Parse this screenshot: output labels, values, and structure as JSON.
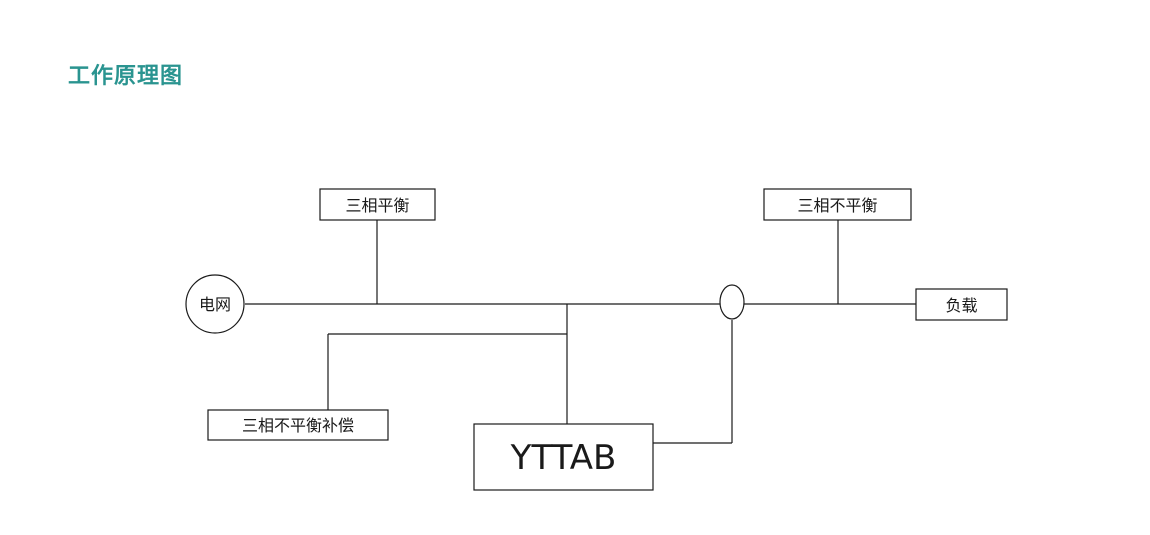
{
  "title": "工作原理图",
  "diagram": {
    "source": "电网",
    "balanced_box": "三相平衡",
    "unbalanced_box": "三相不平衡",
    "load": "负载",
    "compensation_box": "三相不平衡补偿",
    "device": "YTTAB"
  }
}
